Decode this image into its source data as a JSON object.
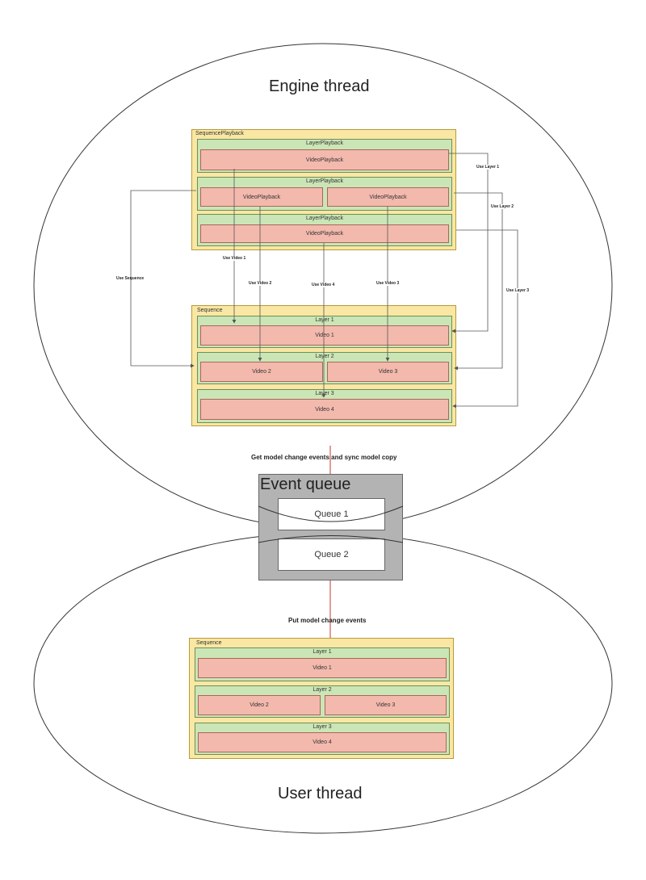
{
  "engine_thread": {
    "title": "Engine thread",
    "sequence_playback": {
      "label": "SequencePlayback",
      "layers": [
        {
          "label": "LayerPlayback",
          "videos": [
            "VideoPlayback"
          ]
        },
        {
          "label": "LayerPlayback",
          "videos": [
            "VideoPlayback",
            "VideoPlayback"
          ]
        },
        {
          "label": "LayerPlayback",
          "videos": [
            "VideoPlayback"
          ]
        }
      ]
    },
    "sequence": {
      "label": "Sequence",
      "layers": [
        {
          "label": "Layer 1",
          "videos": [
            "Video 1"
          ]
        },
        {
          "label": "Layer 2",
          "videos": [
            "Video 2",
            "Video 3"
          ]
        },
        {
          "label": "Layer 3",
          "videos": [
            "Video 4"
          ]
        }
      ]
    },
    "arrow_labels": {
      "use_sequence": "Use Sequence",
      "use_video_1": "Use Video 1",
      "use_video_2": "Use Video 2",
      "use_video_3": "Use Video 3",
      "use_video_4": "Use Video 4",
      "use_layer_1": "Use Layer 1",
      "use_layer_2": "Use Layer 2",
      "use_layer_3": "Use Layer 3"
    },
    "sync_label": "Get model change events and sync model copy"
  },
  "event_queue": {
    "title": "Event queue",
    "queues": [
      "Queue 1",
      "Queue 2"
    ]
  },
  "user_thread": {
    "title": "User thread",
    "put_label": "Put model change events",
    "sequence": {
      "label": "Sequence",
      "layers": [
        {
          "label": "Layer 1",
          "videos": [
            "Video 1"
          ]
        },
        {
          "label": "Layer 2",
          "videos": [
            "Video 2",
            "Video 3"
          ]
        },
        {
          "label": "Layer 3",
          "videos": [
            "Video 4"
          ]
        }
      ]
    }
  },
  "colors": {
    "sequence_fill": "#f9e7a3",
    "layer_fill": "#cbe6b6",
    "video_fill": "#f3b9ad",
    "event_queue_fill": "#b3b3b3",
    "event_arrow": "#c0392b"
  }
}
